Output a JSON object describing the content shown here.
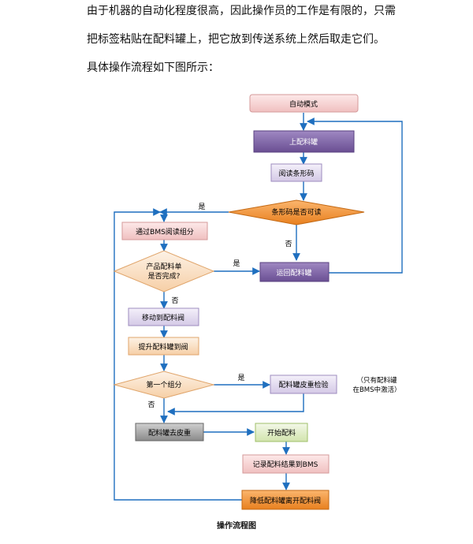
{
  "paragraph": {
    "line1": "由于机器的自动化程度很高，因此操作员的工作是有限的，只需",
    "line2": "把标签粘贴在配料罐上，把它放到传送系统上然后取走它们。",
    "line3": "具体操作流程如下图所示："
  },
  "flow": {
    "auto_mode": "自动模式",
    "load_tank": "上配料罐",
    "read_barcode": "阅读条形码",
    "barcode_readable": "条形码是否可读",
    "yes1": "是",
    "no1": "否",
    "bms_read_group": "通过BMS阅读组分",
    "order_complete_l1": "产品配料单",
    "order_complete_l2": "是否完成?",
    "yes2": "是",
    "return_tank": "运回配料罐",
    "no2": "否",
    "move_valve": "移动到配料阀",
    "lift_tank": "提升配料罐到阀",
    "first_group": "第一个组分",
    "yes3": "是",
    "tare_check": "配料罐皮重检验",
    "tare_note_l1": "（只有配料罐",
    "tare_note_l2": "在BMS中激活）",
    "no3": "否",
    "tare_remove": "配料罐去皮重",
    "start_batch": "开始配料",
    "record_result": "记录配料结果到BMS",
    "lower_tank": "降低配料罐离开配料阀"
  },
  "caption": "操作流程图",
  "colors": {
    "arrow": "#1f6fbf",
    "purple": "#8064a2",
    "orange": "#f79646",
    "pink": "#f2c4c4"
  }
}
